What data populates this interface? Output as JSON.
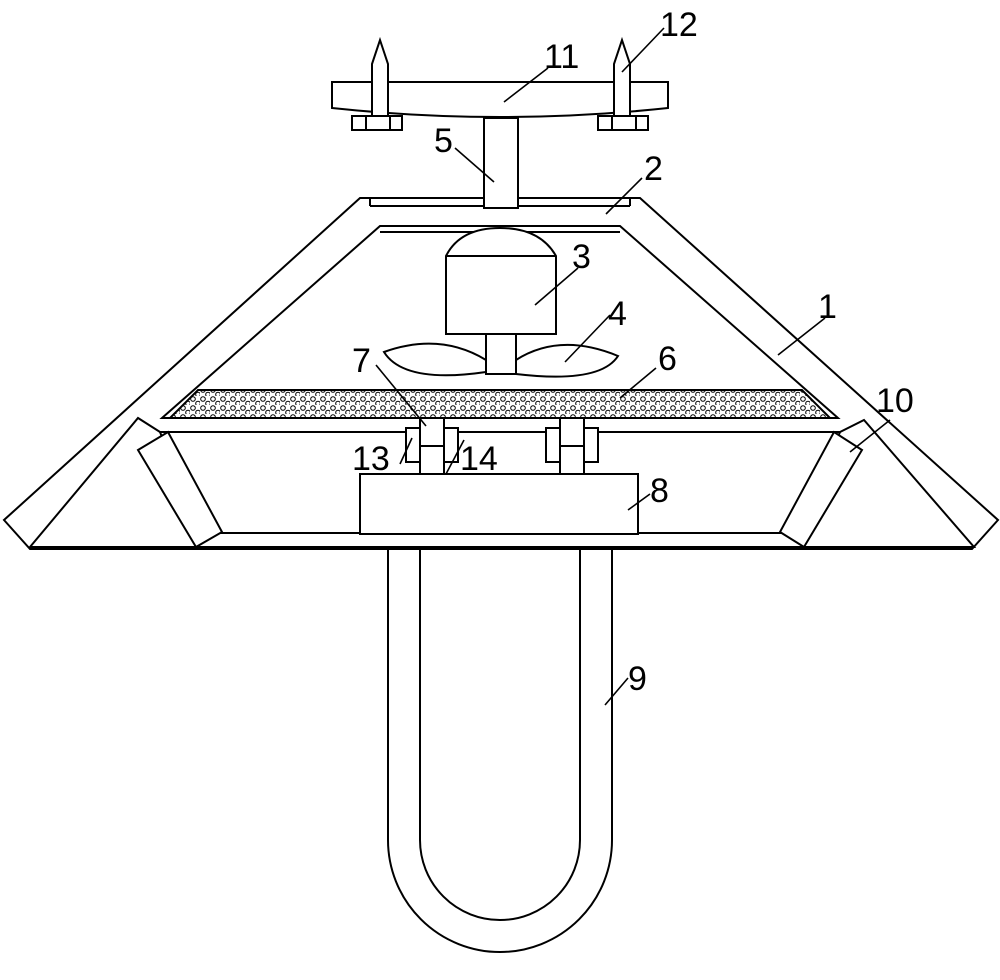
{
  "drawing": {
    "type": "patent-line-drawing",
    "view": "front cross-section",
    "line_color": "#000000",
    "background_color": "#ffffff"
  },
  "labels": {
    "l1": "1",
    "l2": "2",
    "l3": "3",
    "l4": "4",
    "l5": "5",
    "l6": "6",
    "l7": "7",
    "l8": "8",
    "l9": "9",
    "l10": "10",
    "l11": "11",
    "l12": "12",
    "l13": "13",
    "l14": "14"
  }
}
